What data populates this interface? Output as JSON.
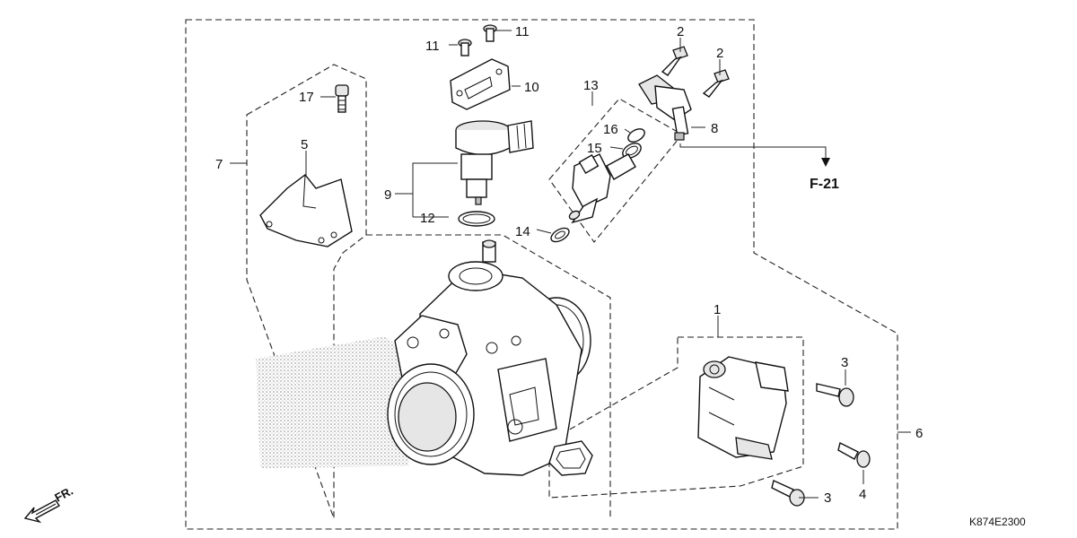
{
  "diagram": {
    "callouts": [
      {
        "id": "c1",
        "text": "1"
      },
      {
        "id": "c2a",
        "text": "2"
      },
      {
        "id": "c2b",
        "text": "2"
      },
      {
        "id": "c3a",
        "text": "3"
      },
      {
        "id": "c3b",
        "text": "3"
      },
      {
        "id": "c4",
        "text": "4"
      },
      {
        "id": "c5",
        "text": "5"
      },
      {
        "id": "c6",
        "text": "6"
      },
      {
        "id": "c7",
        "text": "7"
      },
      {
        "id": "c8",
        "text": "8"
      },
      {
        "id": "c9",
        "text": "9"
      },
      {
        "id": "c10",
        "text": "10"
      },
      {
        "id": "c11a",
        "text": "11"
      },
      {
        "id": "c11b",
        "text": "11"
      },
      {
        "id": "c12",
        "text": "12"
      },
      {
        "id": "c13",
        "text": "13"
      },
      {
        "id": "c14",
        "text": "14"
      },
      {
        "id": "c15",
        "text": "15"
      },
      {
        "id": "c16",
        "text": "16"
      },
      {
        "id": "c17",
        "text": "17"
      }
    ],
    "page_reference": "F-21",
    "front_indicator": "FR.",
    "diagram_code": "K874E2300"
  }
}
